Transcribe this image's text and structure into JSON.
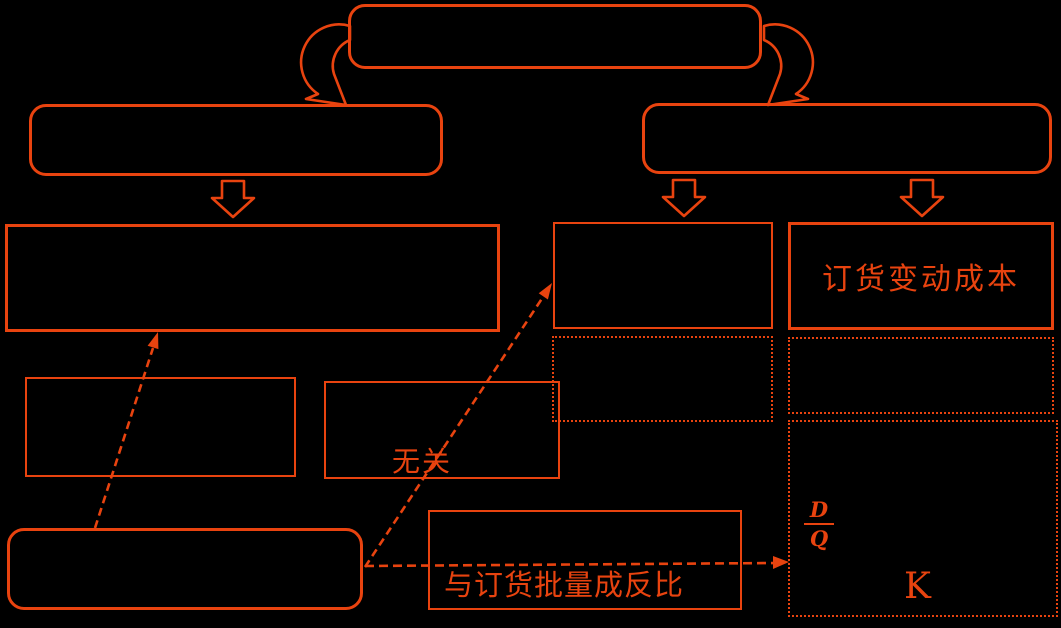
{
  "palette": {
    "accent": "#E8430F",
    "background": "#000000"
  },
  "diagram": {
    "labels": {
      "order_variable_cost": "订货变动成本",
      "irrelevant": "无关",
      "inverse_ratio": "与订货批量成反比",
      "formula_numerator": "D",
      "formula_denominator": "Q",
      "coefficient": "K"
    }
  }
}
